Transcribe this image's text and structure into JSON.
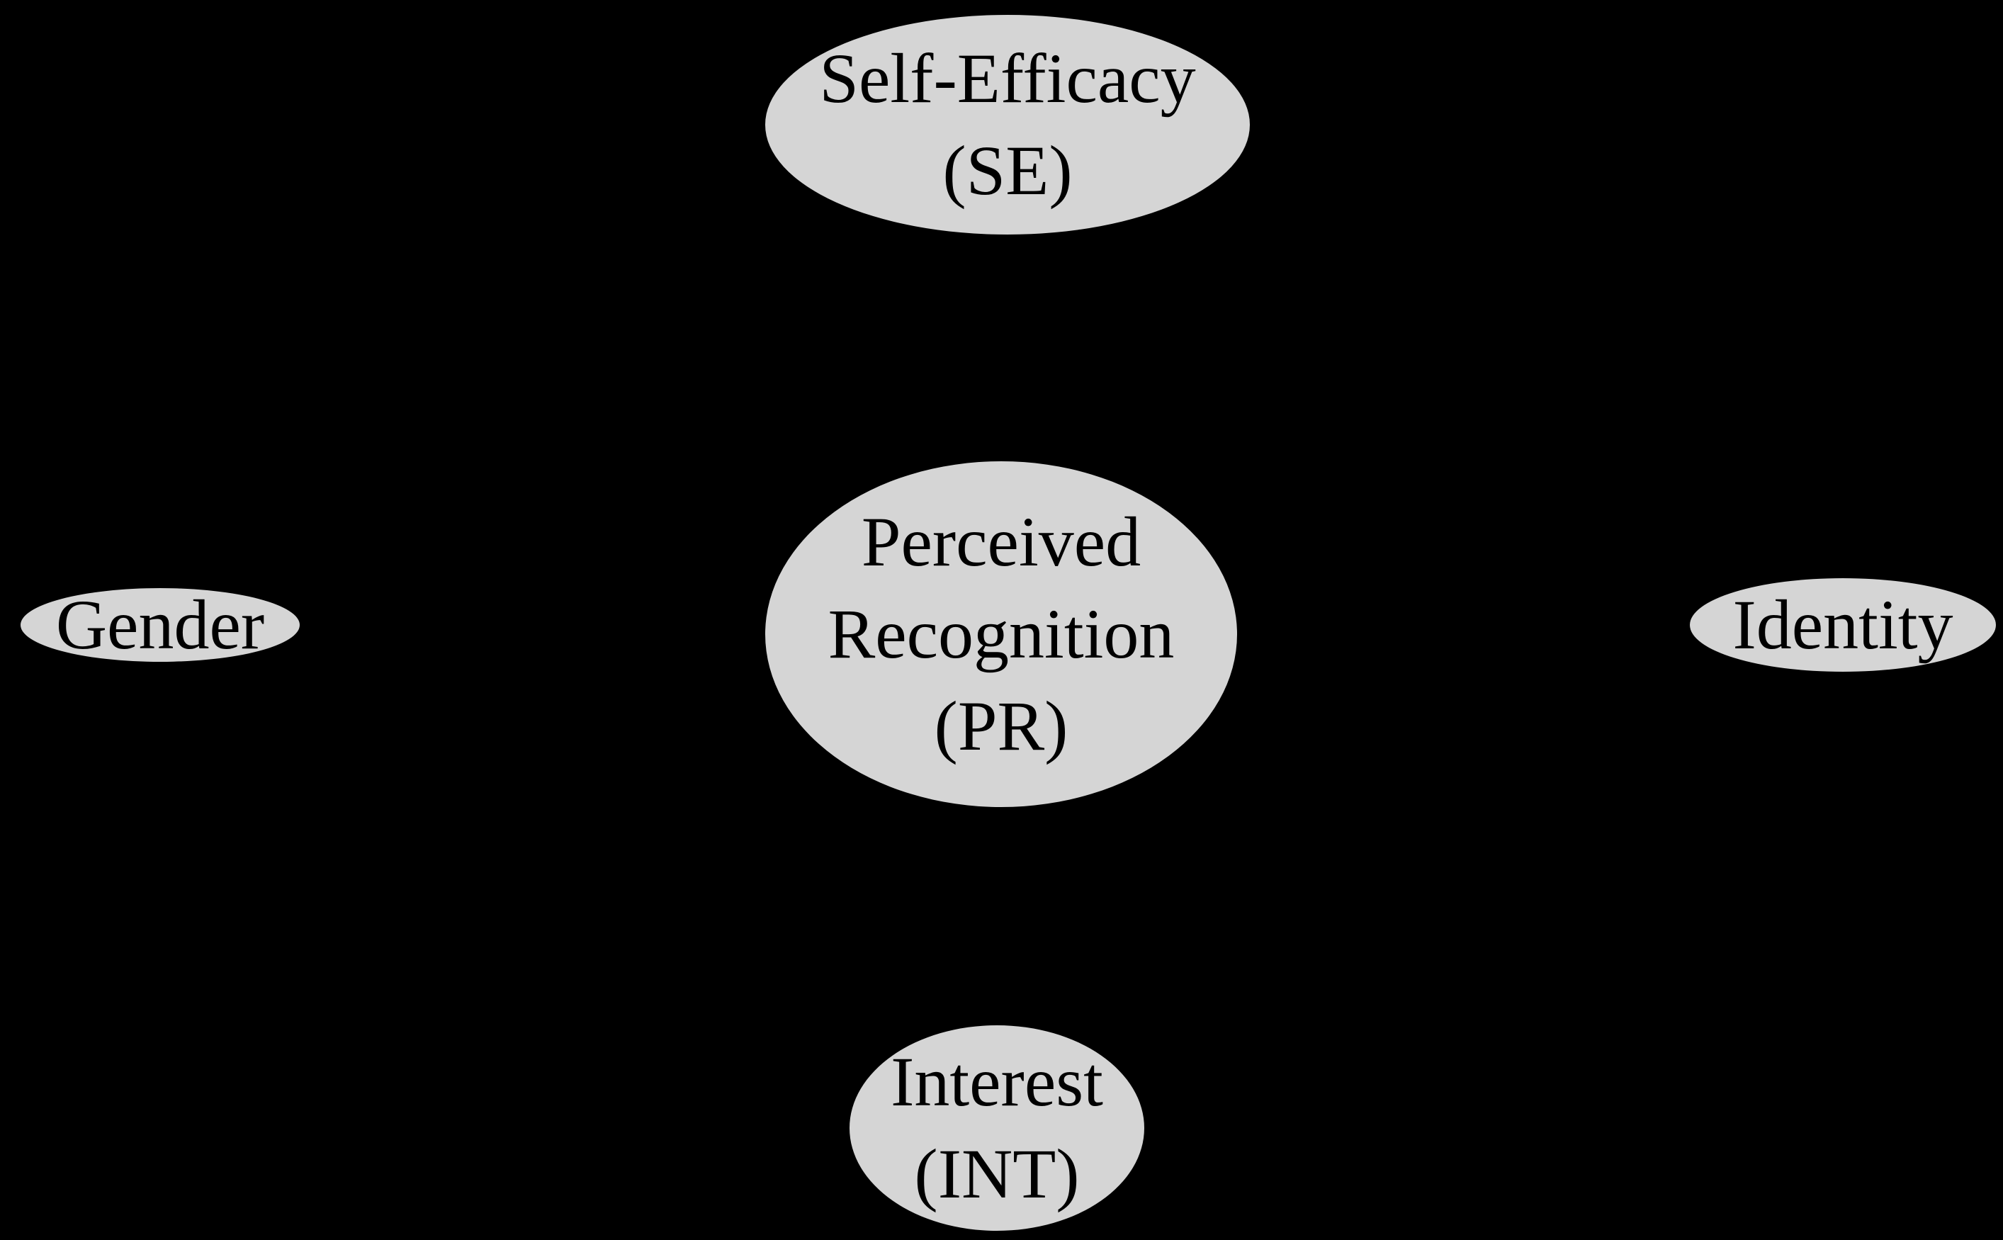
{
  "colors": {
    "background": "#000000",
    "node_fill": "#d5d5d5",
    "node_stroke": "#000000",
    "node_text": "#000000"
  },
  "diagram": {
    "type": "path-model",
    "nodes": {
      "self_efficacy": {
        "line1": "Self-Efficacy",
        "line2": "(SE)"
      },
      "perceived_recognition": {
        "line1": "Perceived",
        "line2": "Recognition",
        "line3": "(PR)"
      },
      "gender": {
        "line1": "Gender"
      },
      "identity": {
        "line1": "Identity"
      },
      "interest": {
        "line1": "Interest",
        "line2": "(INT)"
      }
    }
  }
}
